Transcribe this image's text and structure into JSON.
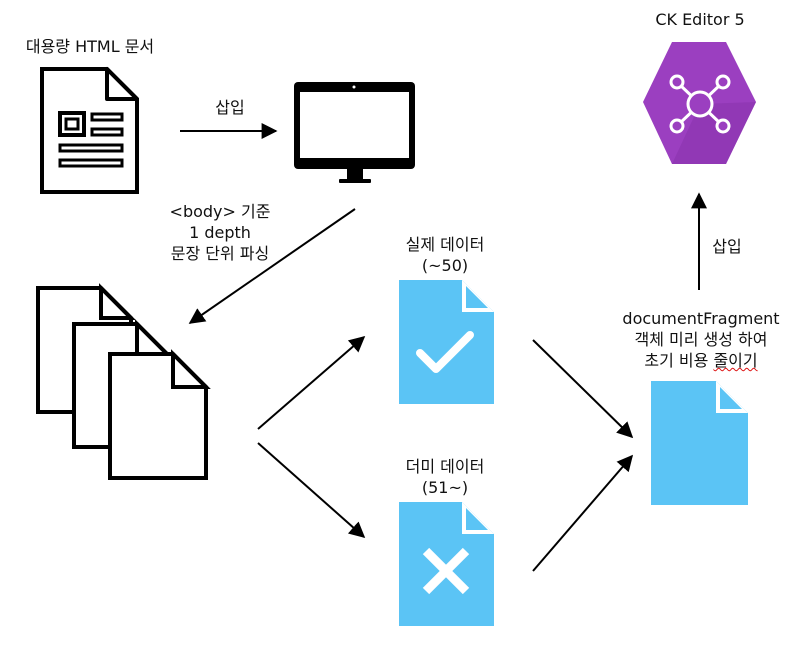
{
  "labels": {
    "source_doc": "대용량 HTML 문서",
    "insert_top": "삽입",
    "parse_line1": "<body> 기준",
    "parse_line2": "1 depth",
    "parse_line3": "문장 단위 파싱",
    "real_line1": "실제 데이터",
    "real_line2": "(~50)",
    "dummy_line1": "더미 데이터",
    "dummy_line2": "(51~)",
    "ckeditor": "CK Editor 5",
    "insert_right": "삽입",
    "fragment_line1": "documentFragment",
    "fragment_line2": "객체 미리 생성 하여",
    "fragment_line3_a": "초기 비용 ",
    "fragment_line3_b": "줄이기"
  },
  "icons": {
    "source": "html-document-icon",
    "monitor": "monitor-icon",
    "stack": "document-stack-icon",
    "real": "document-check-icon",
    "dummy": "document-x-icon",
    "fragment": "document-icon",
    "ckeditor": "ckeditor-logo-icon"
  },
  "colors": {
    "doc_blue": "#5bc4f5",
    "doc_fold": "#ffffff",
    "ck_purple": "#9b3fc0",
    "line": "#000000"
  }
}
